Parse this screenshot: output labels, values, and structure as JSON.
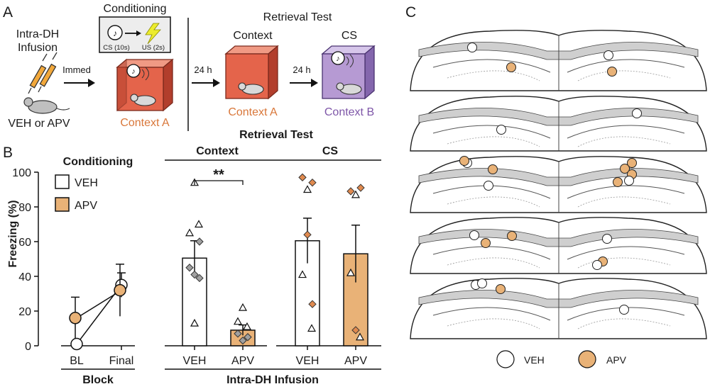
{
  "colors": {
    "apv": "#e9b277",
    "veh": "#ffffff",
    "contextA": "#d9773a",
    "contextB": "#7e56a8",
    "redBox": "#e4644b",
    "purpleBox": "#b69ad3",
    "diamond": "#a0a0a0",
    "tissue": "#cfcfcf"
  },
  "panelA": {
    "letter": "A",
    "infusion_label": [
      "Intra-DH",
      "Infusion"
    ],
    "drug_label": "VEH or APV",
    "immed_label": "Immed",
    "conditioning_title": "Conditioning",
    "cs_label": "CS (10s)",
    "us_label": "US (2s)",
    "context_a_label": "Context A",
    "retrieval_title": "Retrieval Test",
    "delay_1": "24 h",
    "delay_2": "24 h",
    "context_col_title": "Context",
    "cs_col_title": "CS",
    "context_a_label_2": "Context A",
    "context_b_label": "Context B"
  },
  "panelB": {
    "letter": "B",
    "conditioning_title": "Conditioning",
    "retrieval_title": "Retrieval Test",
    "context_title": "Context",
    "cs_title": "CS",
    "significance": "**",
    "veh_legend": "VEH",
    "apv_legend": "APV",
    "xlabel_left": "Block",
    "xlabel_right": "Intra-DH Infusion"
  },
  "panelC": {
    "letter": "C",
    "legend_veh": "VEH",
    "legend_apv": "APV"
  },
  "chart_data": [
    {
      "type": "line",
      "title": "Conditioning",
      "xlabel": "Block",
      "ylabel": "Freezing (%)",
      "ylim": [
        0,
        100
      ],
      "yticks": [
        0,
        20,
        40,
        60,
        80,
        100
      ],
      "categories": [
        "BL",
        "Final"
      ],
      "series": [
        {
          "name": "VEH",
          "values": [
            1,
            35
          ],
          "errors": [
            0,
            7
          ]
        },
        {
          "name": "APV",
          "values": [
            16,
            32
          ],
          "errors": [
            12,
            15
          ]
        }
      ]
    },
    {
      "type": "bar",
      "title": "Context",
      "ylim": [
        0,
        100
      ],
      "categories": [
        "VEH",
        "APV"
      ],
      "values": [
        50.5,
        9
      ],
      "errors": [
        10,
        3
      ],
      "significance": "**",
      "points": [
        {
          "shape": "triangle",
          "values": [
            94,
            65,
            70,
            13
          ]
        },
        {
          "shape": "diamond",
          "values": [
            60,
            45,
            41,
            39
          ]
        },
        {
          "shape": "triangle",
          "values": [
            22,
            14,
            11
          ]
        },
        {
          "shape": "diamond",
          "values": [
            5,
            7,
            3
          ]
        }
      ]
    },
    {
      "type": "bar",
      "title": "CS",
      "ylim": [
        0,
        100
      ],
      "categories": [
        "VEH",
        "APV"
      ],
      "values": [
        60.5,
        53
      ],
      "errors": [
        13,
        16.5
      ],
      "points": [
        {
          "shape": "triangle",
          "values": [
            90,
            41,
            10
          ]
        },
        {
          "shape": "diamond",
          "values": [
            94,
            97,
            64,
            24
          ]
        },
        {
          "shape": "triangle",
          "values": [
            87,
            42,
            5
          ]
        },
        {
          "shape": "diamond",
          "values": [
            91,
            89,
            9
          ]
        }
      ]
    }
  ]
}
